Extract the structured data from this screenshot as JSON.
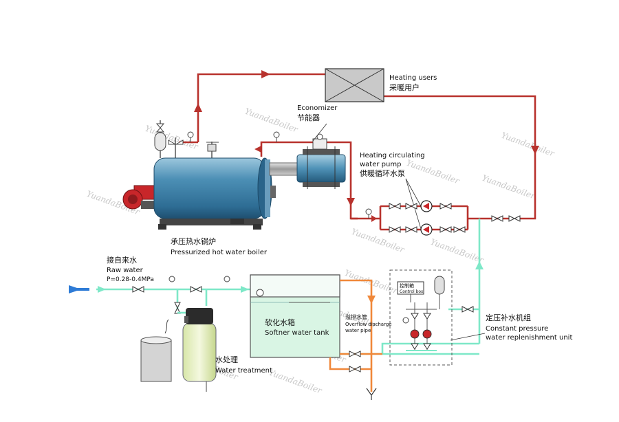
{
  "labels": {
    "heating_users_en": "Heating users",
    "heating_users_zh": "采暖用户",
    "economizer_en": "Economizer",
    "economizer_zh": "节能器",
    "pump_en_1": "Heating circulating",
    "pump_en_2": "water pump",
    "pump_zh": "供暖循环水泵",
    "boiler_zh": "承压热水锅炉",
    "boiler_en": "Pressurized hot water boiler",
    "raw_water_zh": "接自来水",
    "raw_water_en": "Raw water",
    "raw_water_pressure": "P=0.28-0.4MPa",
    "tank_zh": "软化水箱",
    "tank_en": "Softner water tank",
    "overflow_zh": "溢排水管",
    "overflow_en_1": "Overflow discharge",
    "overflow_en_2": "water pipe",
    "control_box_zh": "控制箱",
    "control_box_en": "Control box",
    "unit_zh": "定压补水机组",
    "unit_en_1": "Constant pressure",
    "unit_en_2": "water replenishment unit",
    "treatment_zh": "水处理",
    "treatment_en": "Water treatment"
  },
  "watermark": "YuandaBoiler",
  "colors": {
    "supply_pipe": "#b8322d",
    "raw_water_pipe": "#7ee8c8",
    "overflow_pipe": "#f0883a",
    "boiler_body": "#3b7fa8",
    "burner": "#c8262a",
    "tank": "#d9f5e4",
    "arrow_in": "#2e7bd6"
  }
}
